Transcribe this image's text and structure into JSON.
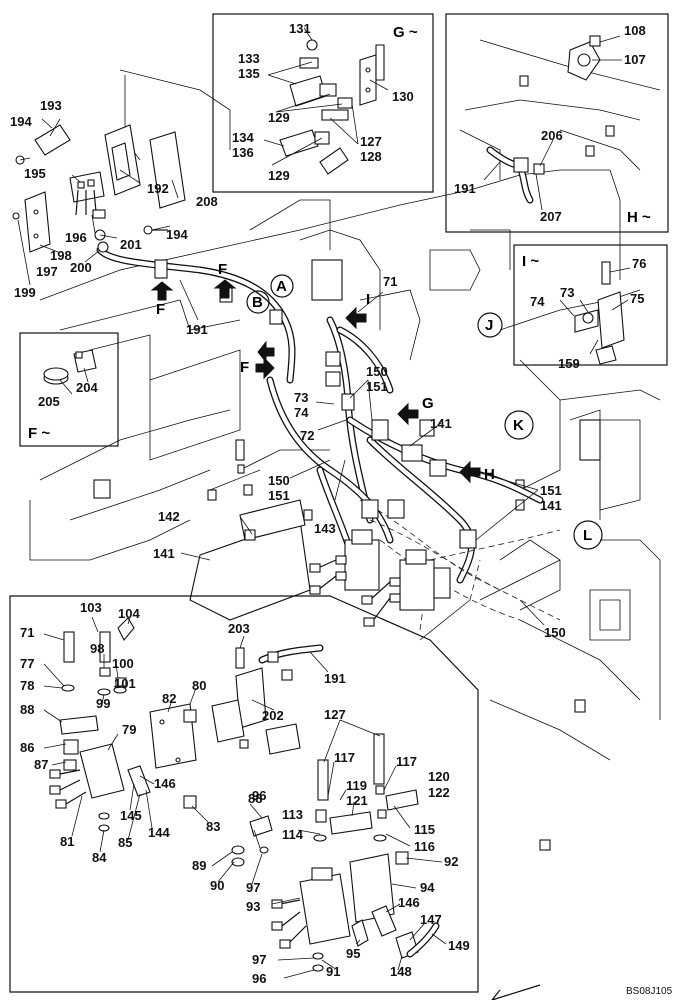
{
  "document_id": "BS08J105",
  "view_letters": [
    "A",
    "B",
    "J",
    "K",
    "L"
  ],
  "arrow_labels": [
    "F",
    "F",
    "F",
    "G",
    "H",
    "I"
  ],
  "detail_views": {
    "g": {
      "title": "G ~",
      "parts": [
        "131",
        "133",
        "135",
        "130",
        "129",
        "134",
        "136",
        "127",
        "128",
        "129"
      ]
    },
    "h": {
      "title": "H ~",
      "parts": [
        "108",
        "107",
        "206",
        "191",
        "207"
      ]
    },
    "i": {
      "title": "I ~",
      "parts": [
        "76",
        "73",
        "74",
        "75",
        "159"
      ]
    },
    "f": {
      "title": "F ~",
      "parts": [
        "204",
        "205"
      ]
    }
  },
  "main_parts": [
    "193",
    "194",
    "192",
    "208",
    "195",
    "196",
    "201",
    "194",
    "198",
    "197",
    "200",
    "199",
    "191",
    "71",
    "150",
    "151",
    "73",
    "74",
    "72",
    "141",
    "150",
    "151",
    "143",
    "142",
    "141",
    "150",
    "151",
    "141"
  ],
  "bottom_parts": [
    "103",
    "104",
    "71",
    "98",
    "100",
    "77",
    "101",
    "78",
    "99",
    "88",
    "79",
    "86",
    "87",
    "82",
    "80",
    "146",
    "81",
    "84",
    "145",
    "85",
    "144",
    "83",
    "203",
    "191",
    "202",
    "127",
    "117",
    "119",
    "121",
    "117",
    "120",
    "122",
    "115",
    "116",
    "88",
    "96",
    "113",
    "114",
    "89",
    "90",
    "97",
    "92",
    "94",
    "93",
    "146",
    "147",
    "149",
    "97",
    "96",
    "95",
    "91",
    "148"
  ]
}
